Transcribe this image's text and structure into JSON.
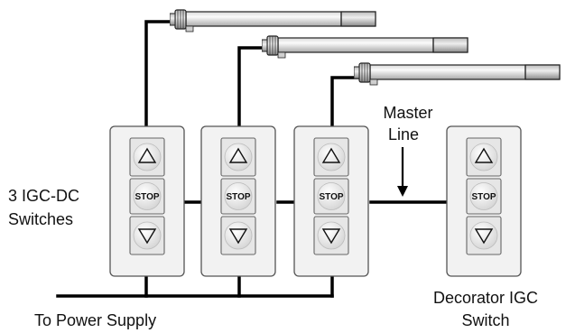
{
  "labels": {
    "master_line_1": "Master",
    "master_line_2": "Line",
    "switches_line_1": "3  IGC-DC",
    "switches_line_2": "Switches",
    "power_supply": "To Power Supply",
    "decorator_line_1": "Decorator IGC",
    "decorator_line_2": "Switch"
  },
  "switch_panels": [
    {
      "name": "igc-dc-switch-1",
      "stop_label": "STOP",
      "up_icon": "up-triangle-icon",
      "down_icon": "down-triangle-icon"
    },
    {
      "name": "igc-dc-switch-2",
      "stop_label": "STOP",
      "up_icon": "up-triangle-icon",
      "down_icon": "down-triangle-icon"
    },
    {
      "name": "igc-dc-switch-3",
      "stop_label": "STOP",
      "up_icon": "up-triangle-icon",
      "down_icon": "down-triangle-icon"
    },
    {
      "name": "decorator-igc-switch",
      "stop_label": "STOP",
      "up_icon": "up-triangle-icon",
      "down_icon": "down-triangle-icon"
    }
  ],
  "motors": [
    {
      "name": "tube-motor-1",
      "icon": "tubular-motor-icon"
    },
    {
      "name": "tube-motor-2",
      "icon": "tubular-motor-icon"
    },
    {
      "name": "tube-motor-3",
      "icon": "tubular-motor-icon"
    }
  ],
  "colors": {
    "wire": "#000000",
    "panel_fill": "#f2f2f2",
    "button_fill": "#e6e6e6"
  }
}
